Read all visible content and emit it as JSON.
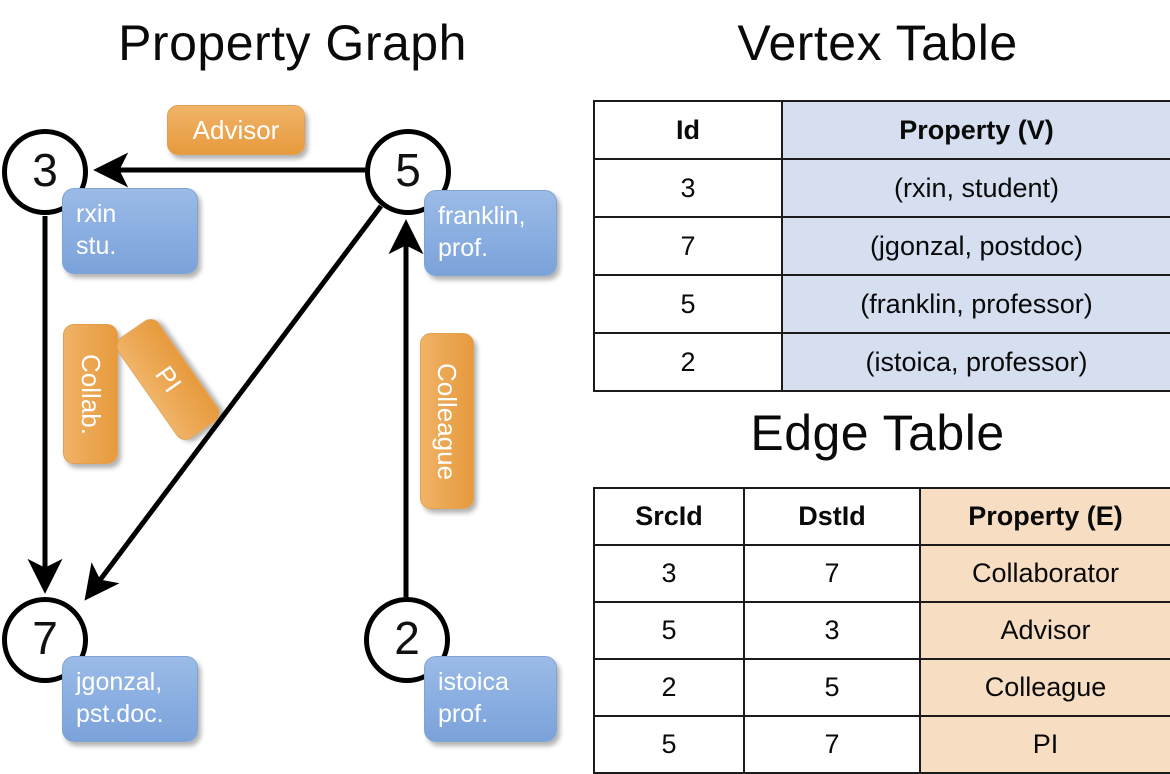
{
  "titles": {
    "property_graph": "Property Graph",
    "vertex_table": "Vertex Table",
    "edge_table": "Edge Table"
  },
  "graph": {
    "nodes": [
      {
        "id": "3",
        "property_lines": [
          "rxin",
          "stu."
        ]
      },
      {
        "id": "5",
        "property_lines": [
          "franklin,",
          "prof."
        ]
      },
      {
        "id": "7",
        "property_lines": [
          "jgonzal,",
          "pst.doc."
        ]
      },
      {
        "id": "2",
        "property_lines": [
          "istoica",
          "prof."
        ]
      }
    ],
    "edge_labels": [
      {
        "name": "advisor",
        "text": "Advisor"
      },
      {
        "name": "collaborator",
        "text": "Collab."
      },
      {
        "name": "pi",
        "text": "PI"
      },
      {
        "name": "colleague",
        "text": "Colleague"
      }
    ],
    "edges": [
      {
        "src": "5",
        "dst": "3",
        "label": "Advisor"
      },
      {
        "src": "3",
        "dst": "7",
        "label": "Collab."
      },
      {
        "src": "5",
        "dst": "7",
        "label": "PI"
      },
      {
        "src": "2",
        "dst": "5",
        "label": "Colleague"
      }
    ]
  },
  "vertex_table": {
    "headers": [
      "Id",
      "Property (V)"
    ],
    "rows": [
      {
        "id": "3",
        "property": "(rxin, student)"
      },
      {
        "id": "7",
        "property": "(jgonzal, postdoc)"
      },
      {
        "id": "5",
        "property": "(franklin, professor)"
      },
      {
        "id": "2",
        "property": "(istoica, professor)"
      }
    ]
  },
  "edge_table": {
    "headers": [
      "SrcId",
      "DstId",
      "Property (E)"
    ],
    "rows": [
      {
        "src": "3",
        "dst": "7",
        "property": "Collaborator"
      },
      {
        "src": "5",
        "dst": "3",
        "property": "Advisor"
      },
      {
        "src": "2",
        "dst": "5",
        "property": "Colleague"
      },
      {
        "src": "5",
        "dst": "7",
        "property": "PI"
      }
    ]
  },
  "colors": {
    "vertex_cell": "#d5dff0",
    "edge_cell": "#f7dec3",
    "node_property_box": "#8cb0e2",
    "edge_label_chip": "#eca855",
    "stroke": "#000000"
  }
}
